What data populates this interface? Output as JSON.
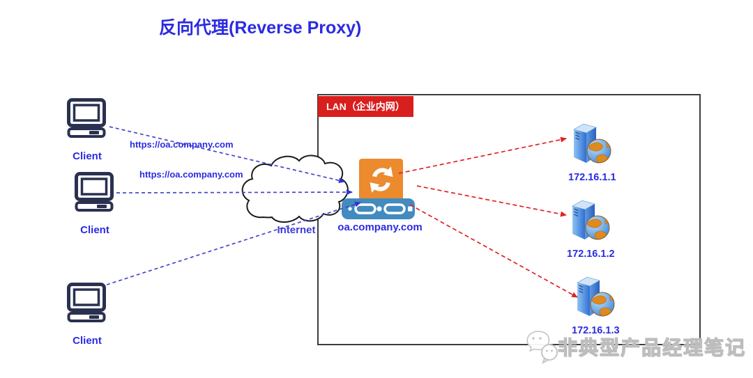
{
  "title": "反向代理(Reverse Proxy)",
  "clients": [
    {
      "label": "Client"
    },
    {
      "label": "Client"
    },
    {
      "label": "Client"
    }
  ],
  "connections": {
    "request_labels": [
      "https://oa.company.com",
      "https://oa.company.com"
    ]
  },
  "internet": {
    "label": "Internet"
  },
  "lan": {
    "header_label": "LAN（企业内网）",
    "proxy": {
      "icon": "sync-arrows-icon",
      "domain": "oa.company.com"
    },
    "servers": [
      {
        "ip": "172.16.1.1"
      },
      {
        "ip": "172.16.1.2"
      },
      {
        "ip": "172.16.1.3"
      }
    ]
  },
  "watermark": {
    "text": "非典型产品经理笔记",
    "icon": "wechat-chat-bubbles-icon"
  },
  "colors": {
    "accent_blue": "#2B2BE2",
    "line_blue": "#4444CC",
    "arrow_blue": "#3333CC",
    "arrow_red": "#E02222",
    "lan_header_red": "#D91E1E",
    "proxy_orange": "#EC8A2E",
    "appliance_blue": "#418BC0",
    "client_icon_navy": "#2A3150"
  }
}
